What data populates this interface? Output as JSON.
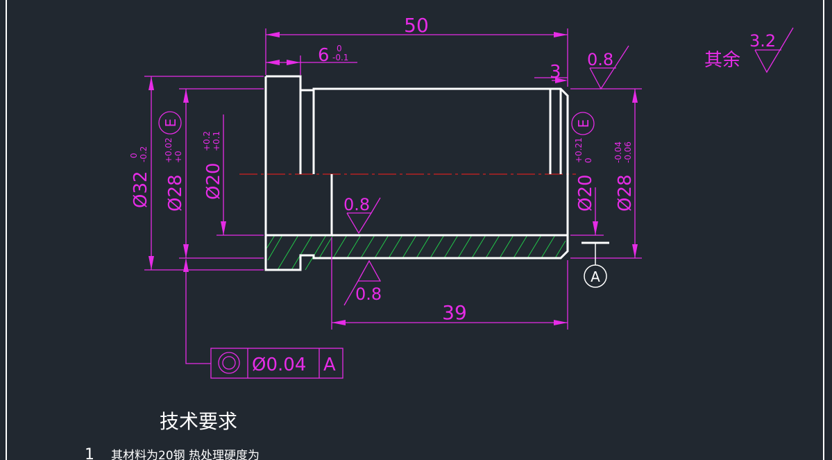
{
  "colors": {
    "background": "#212830",
    "dimension": "#e62ce6",
    "outline": "#ffffff",
    "hatch": "#22c94a",
    "centerline": "#d42020"
  },
  "dimensions": {
    "overall_length": "50",
    "shoulder_length": "6",
    "shoulder_tol_upper": "0",
    "shoulder_tol_lower": "-0.1",
    "chamfer": "3",
    "bore_length": "39",
    "d32_main": "Ø32",
    "d32_upper": "0",
    "d32_lower": "-0.2",
    "d28_left_main": "Ø28",
    "d28_left_upper": "+0.02",
    "d28_left_lower": "+0",
    "d20_left_main": "Ø20",
    "d20_left_upper": "+0.2",
    "d20_left_lower": "+0.1",
    "d20_right_main": "Ø20",
    "d20_right_upper": "+0.21",
    "d20_right_lower": "0",
    "d28_right_main": "Ø28",
    "d28_right_upper": "-0.04",
    "d28_right_lower": "-0.06",
    "envelope_symbol": "E"
  },
  "roughness": {
    "top_right": "0.8",
    "bore": "0.8",
    "bottom": "0.8",
    "others_label": "其余",
    "others_value": "3.2"
  },
  "tolerance_frame": {
    "symbol": "concentricity",
    "value": "Ø0.04",
    "datum": "A"
  },
  "datum": {
    "label": "A"
  },
  "notes": {
    "title": "技术要求",
    "item1_number": "1",
    "item1_text": "其材料为20钢 热处理硬度为"
  }
}
